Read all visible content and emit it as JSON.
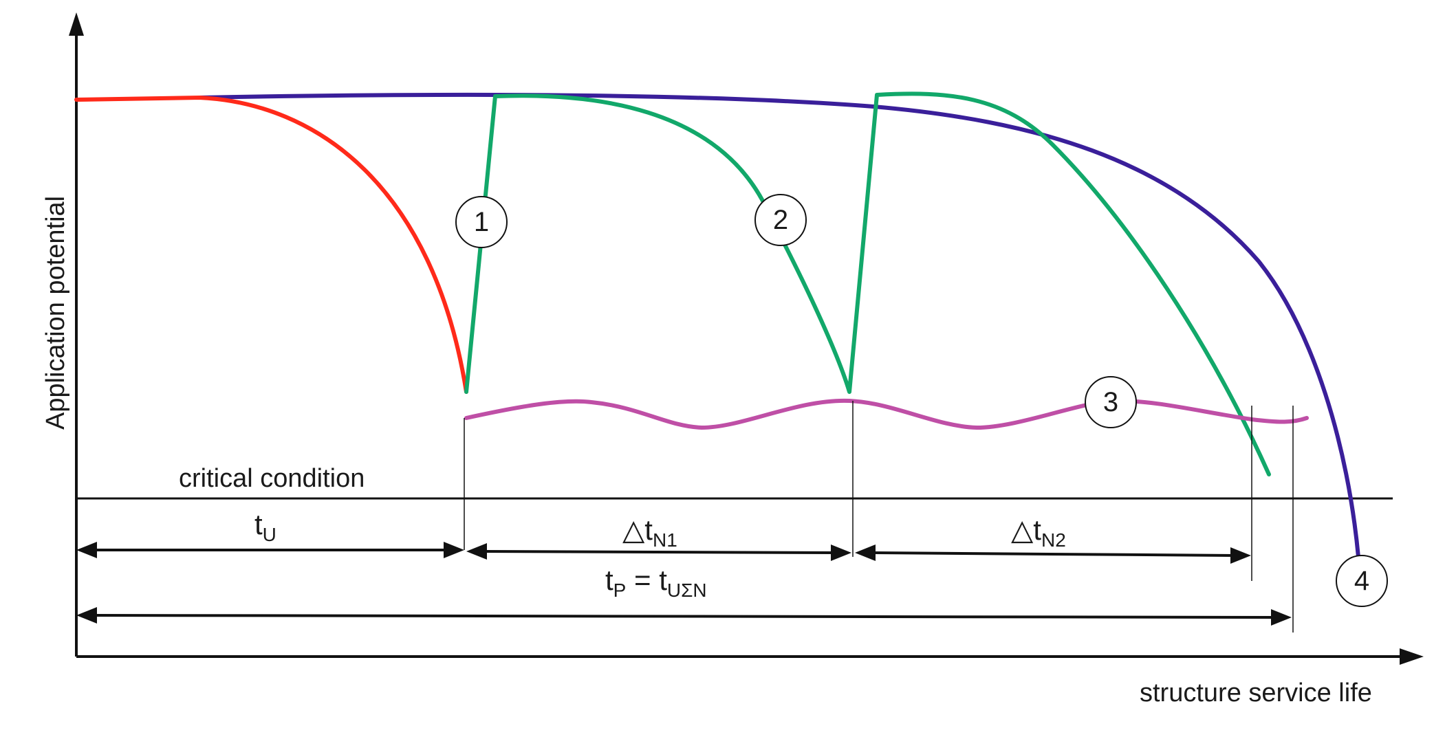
{
  "axes": {
    "y_label": "Application potential",
    "x_label": "structure service life"
  },
  "critical_condition_label": "critical condition",
  "intervals": {
    "t_u": {
      "main": "t",
      "sub": "U"
    },
    "dt_n1": {
      "main": "△t",
      "sub": "N1"
    },
    "dt_n2": {
      "main": "△t",
      "sub": "N2"
    },
    "t_total": {
      "main_1": "t",
      "sub_1": "P",
      "eq": " = t",
      "sub_2": "UΣN"
    }
  },
  "markers": [
    "1",
    "2",
    "3",
    "4"
  ],
  "colors": {
    "axis": "#111111",
    "red_curve": "#ff2a1a",
    "green_curve": "#12a86a",
    "blue_curve": "#3a1f9a",
    "magenta_curve": "#bf4fa6"
  }
}
